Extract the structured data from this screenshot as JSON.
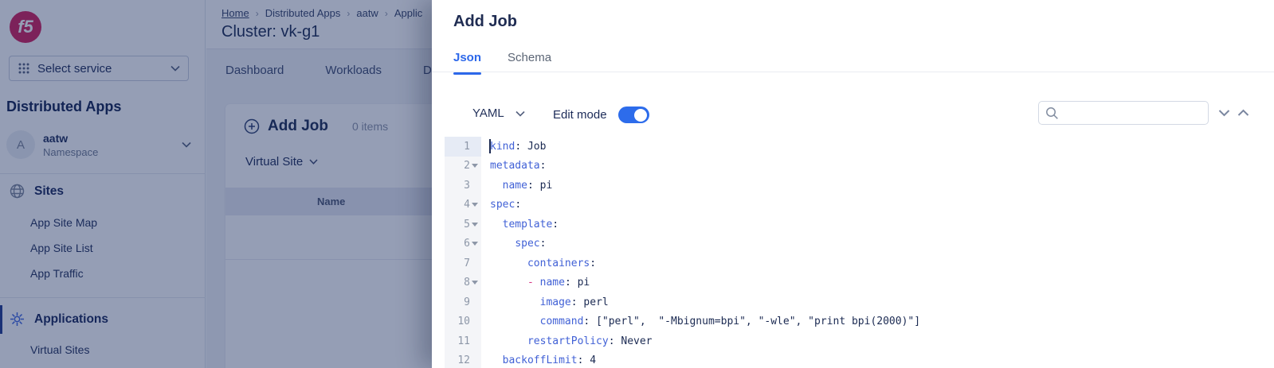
{
  "sidebar": {
    "logo_text": "f5",
    "service_selector_label": "Select service",
    "product_title": "Distributed Apps",
    "namespace": {
      "avatar_letter": "A",
      "name": "aatw",
      "sublabel": "Namespace"
    },
    "sites_section": {
      "title": "Sites",
      "icon": "globe-icon",
      "items": [
        "App Site Map",
        "App Site List",
        "App Traffic"
      ]
    },
    "applications_section": {
      "title": "Applications",
      "icon": "wheel-icon",
      "items": [
        "Virtual Sites"
      ]
    }
  },
  "header": {
    "breadcrumb": [
      "Home",
      "Distributed Apps",
      "aatw",
      "Applic"
    ],
    "title": "Cluster: vk-g1",
    "tabs": [
      "Dashboard",
      "Workloads",
      "Deploy"
    ]
  },
  "content": {
    "add_button_label": "Add Job",
    "items_count": "0 items",
    "filter_label": "Virtual Site",
    "table_columns": [
      "Name"
    ]
  },
  "panel": {
    "title": "Add Job",
    "tabs": [
      {
        "label": "Json",
        "active": true
      },
      {
        "label": "Schema",
        "active": false
      }
    ],
    "format_select_value": "YAML",
    "edit_mode_label": "Edit mode",
    "edit_mode_on": true,
    "search_placeholder": "",
    "editor": {
      "active_line": 1,
      "lines": [
        {
          "num": 1,
          "fold": false,
          "tokens": [
            [
              "k",
              "kind"
            ],
            [
              "p",
              ": "
            ],
            [
              "v",
              "Job"
            ]
          ]
        },
        {
          "num": 2,
          "fold": true,
          "tokens": [
            [
              "k",
              "metadata"
            ],
            [
              "p",
              ":"
            ]
          ]
        },
        {
          "num": 3,
          "fold": false,
          "tokens": [
            [
              "p",
              "  "
            ],
            [
              "k",
              "name"
            ],
            [
              "p",
              ": "
            ],
            [
              "v",
              "pi"
            ]
          ]
        },
        {
          "num": 4,
          "fold": true,
          "tokens": [
            [
              "k",
              "spec"
            ],
            [
              "p",
              ":"
            ]
          ]
        },
        {
          "num": 5,
          "fold": true,
          "tokens": [
            [
              "p",
              "  "
            ],
            [
              "k",
              "template"
            ],
            [
              "p",
              ":"
            ]
          ]
        },
        {
          "num": 6,
          "fold": true,
          "tokens": [
            [
              "p",
              "    "
            ],
            [
              "k",
              "spec"
            ],
            [
              "p",
              ":"
            ]
          ]
        },
        {
          "num": 7,
          "fold": false,
          "tokens": [
            [
              "p",
              "      "
            ],
            [
              "k",
              "containers"
            ],
            [
              "p",
              ":"
            ]
          ]
        },
        {
          "num": 8,
          "fold": true,
          "tokens": [
            [
              "p",
              "      "
            ],
            [
              "d",
              "- "
            ],
            [
              "k",
              "name"
            ],
            [
              "p",
              ": "
            ],
            [
              "v",
              "pi"
            ]
          ]
        },
        {
          "num": 9,
          "fold": false,
          "tokens": [
            [
              "p",
              "        "
            ],
            [
              "k",
              "image"
            ],
            [
              "p",
              ": "
            ],
            [
              "v",
              "perl"
            ]
          ]
        },
        {
          "num": 10,
          "fold": false,
          "tokens": [
            [
              "p",
              "        "
            ],
            [
              "k",
              "command"
            ],
            [
              "p",
              ": "
            ],
            [
              "v",
              "[\"perl\",  \"-Mbignum=bpi\", \"-wle\", \"print bpi(2000)\"]"
            ]
          ]
        },
        {
          "num": 11,
          "fold": false,
          "tokens": [
            [
              "p",
              "      "
            ],
            [
              "k",
              "restartPolicy"
            ],
            [
              "p",
              ": "
            ],
            [
              "v",
              "Never"
            ]
          ]
        },
        {
          "num": 12,
          "fold": false,
          "tokens": [
            [
              "p",
              "  "
            ],
            [
              "k",
              "backoffLimit"
            ],
            [
              "p",
              ": "
            ],
            [
              "v",
              "4"
            ]
          ]
        }
      ]
    }
  },
  "colors": {
    "accent_blue": "#2d68ea",
    "key_blue": "#4161d6",
    "dash_pink": "#d63384",
    "navy_text": "#1b2a52",
    "brand_red": "#d21e5a"
  }
}
